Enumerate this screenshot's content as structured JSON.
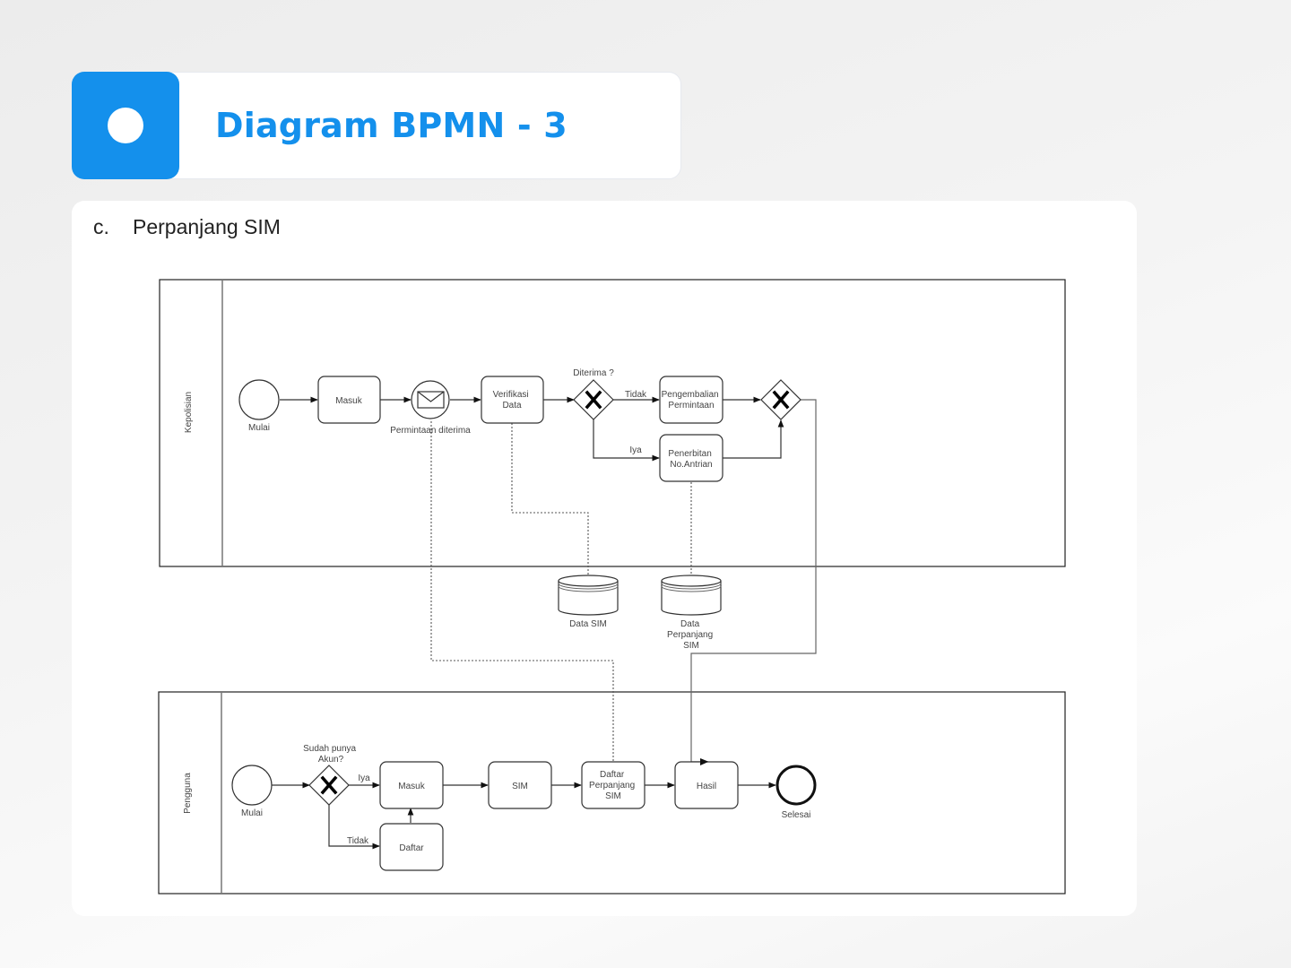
{
  "header": {
    "title": "Diagram BPMN - 3",
    "badge_icon": "circle-dot-icon",
    "accent_color": "#1490ec"
  },
  "section": {
    "marker": "c.",
    "title": "Perpanjang SIM"
  },
  "diagram": {
    "type": "BPMN",
    "lanes": {
      "kepolisian": "Kepolisian",
      "pengguna": "Pengguna"
    },
    "kepolisian": {
      "start_label": "Mulai",
      "task_masuk": "Masuk",
      "message_event_label": "Permintaan diterima",
      "task_verifikasi": [
        "Verifikasi",
        "Data"
      ],
      "gateway_question": "Diterima ?",
      "flow_tidak": "Tidak",
      "flow_iya": "Iya",
      "task_pengembalian": [
        "Pengembalian",
        "Permintaan"
      ],
      "task_penerbitan": [
        "Penerbitan",
        "No.Antrian"
      ]
    },
    "data_stores": {
      "data_sim": "Data SIM",
      "data_perpanjang": [
        "Data",
        "Perpanjang",
        "SIM"
      ]
    },
    "pengguna": {
      "start_label": "Mulai",
      "gateway_question": [
        "Sudah punya",
        "Akun?"
      ],
      "flow_iya": "Iya",
      "flow_tidak": "Tidak",
      "task_masuk": "Masuk",
      "task_daftar": "Daftar",
      "task_sim": "SIM",
      "task_daftar_perpanjang": [
        "Daftar",
        "Perpanjang",
        "SIM"
      ],
      "task_hasil": "Hasil",
      "end_label": "Selesai"
    }
  }
}
